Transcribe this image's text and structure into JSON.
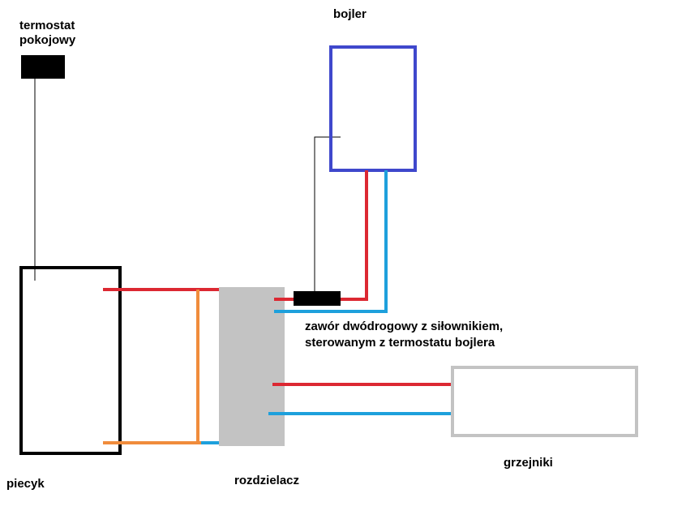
{
  "labels": {
    "thermostat_line1": "termostat",
    "thermostat_line2": "pokojowy",
    "boiler_tank": "bojler",
    "valve_line1": "zawór dwódrogowy z siłownikiem,",
    "valve_line2": "sterowanym z termostatu bojlera",
    "radiators": "grzejniki",
    "furnace": "piecyk",
    "manifold": "rozdzielacz"
  },
  "colors": {
    "supply": "#dc2832",
    "return": "#1ea0dc",
    "bypass": "#f08c3c",
    "boiler_outline": "#3f48cc",
    "furnace_outline": "#000000",
    "manifold_fill": "#c3c3c3",
    "radiator_outline": "#c3c3c3",
    "control_wire": "#000000",
    "device_fill": "#000000"
  }
}
